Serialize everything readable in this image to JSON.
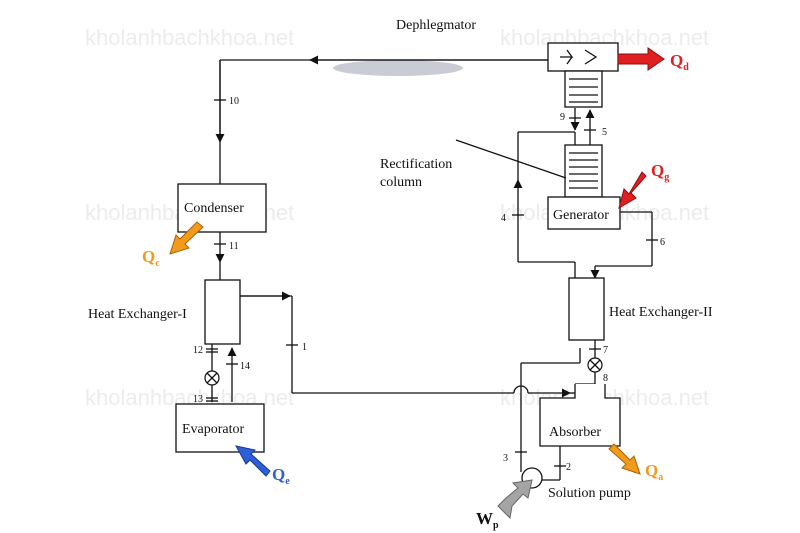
{
  "watermark": "kholanhbachkhoa.net",
  "components": {
    "dephlegmator": "Dephlegmator",
    "rectification_line1": "Rectification",
    "rectification_line2": "column",
    "condenser": "Condenser",
    "generator": "Generator",
    "heat_exchanger_1": "Heat Exchanger-I",
    "heat_exchanger_2": "Heat Exchanger-II",
    "evaporator": "Evaporator",
    "absorber": "Absorber",
    "solution_pump": "Solution pump"
  },
  "streams": [
    "1",
    "2",
    "3",
    "4",
    "5",
    "6",
    "7",
    "8",
    "9",
    "10",
    "11",
    "12",
    "13",
    "14"
  ],
  "heat_flows": [
    {
      "symbol": "Q",
      "sub": "d",
      "color": "#e02020"
    },
    {
      "symbol": "Q",
      "sub": "g",
      "color": "#e02020"
    },
    {
      "symbol": "Q",
      "sub": "c",
      "color": "#f29a1c"
    },
    {
      "symbol": "Q",
      "sub": "e",
      "color": "#2f5fd8"
    },
    {
      "symbol": "Q",
      "sub": "a",
      "color": "#f29a1c"
    },
    {
      "symbol": "W",
      "sub": "p",
      "color": "#9a9a9a"
    }
  ]
}
